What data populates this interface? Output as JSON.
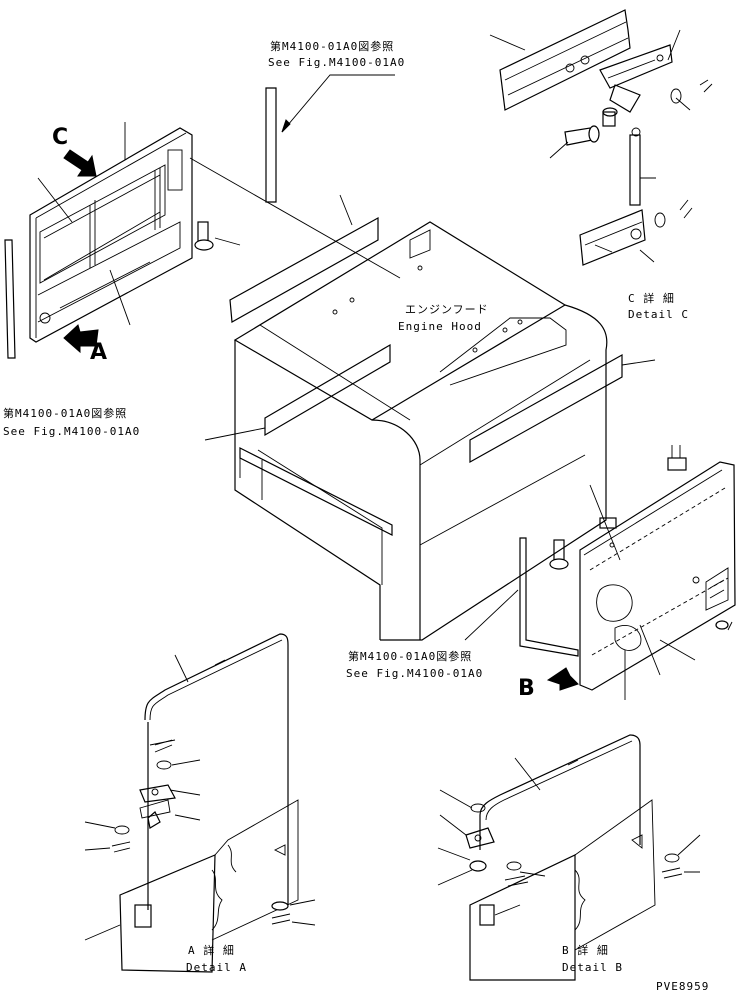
{
  "callouts": {
    "ref_top_jp": "第M4100-01A0図参照",
    "ref_top_en": "See Fig.M4100-01A0",
    "ref_left_jp": "第M4100-01A0図参照",
    "ref_left_en": "See Fig.M4100-01A0",
    "ref_mid_jp": "第M4100-01A0図参照",
    "ref_mid_en": "See Fig.M4100-01A0",
    "hood_jp": "エンジンフード",
    "hood_en": "Engine Hood",
    "detail_c_jp": "C 詳 細",
    "detail_c_en": "Detail C",
    "detail_a_jp": "A 詳 細",
    "detail_a_en": "Detail A",
    "detail_b_jp": "B 詳 細",
    "detail_b_en": "Detail B",
    "letter_c": "C",
    "letter_a": "A",
    "letter_b": "B",
    "drawing_code": "PVE8959"
  }
}
